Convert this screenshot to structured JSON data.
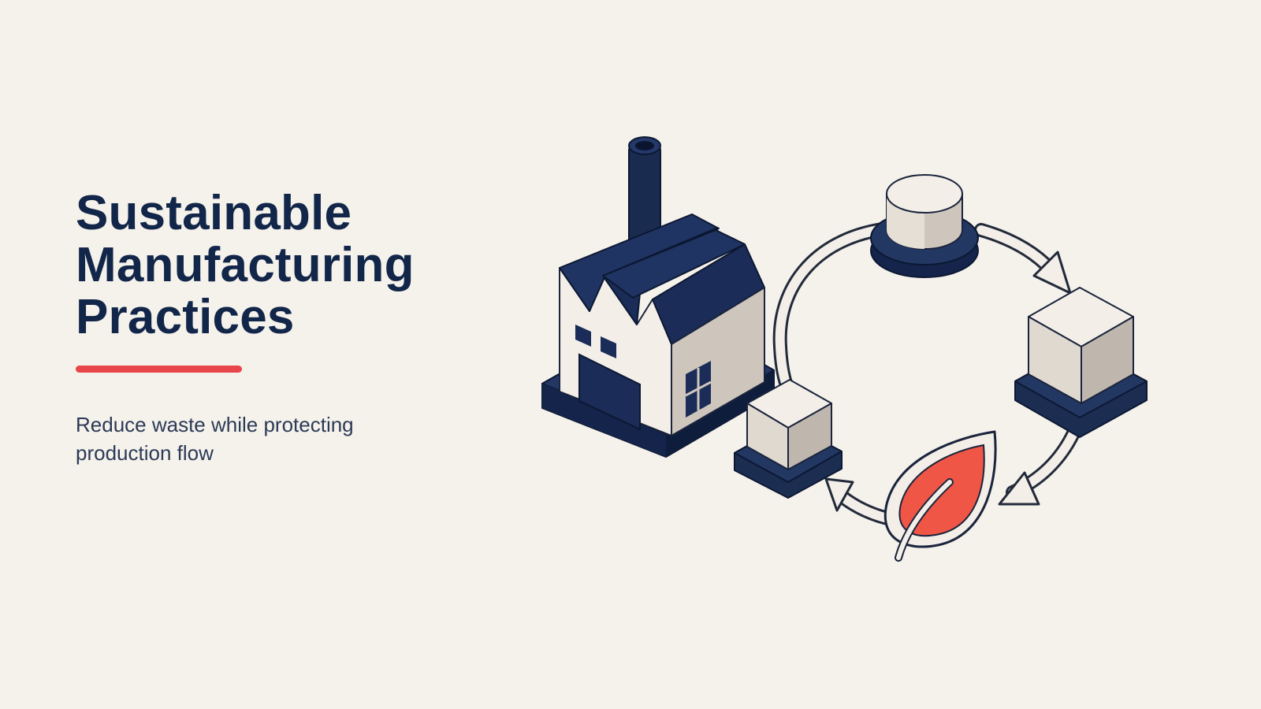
{
  "slide": {
    "title_lines": [
      "Sustainable",
      "Manufacturing",
      "Practices"
    ],
    "subtitle": "Reduce waste while protecting production flow"
  },
  "illustration": {
    "icons": [
      "factory-icon",
      "material-block-icon",
      "cylinder-icon",
      "cube-icon",
      "leaf-icon",
      "cycle-arrows-icon"
    ]
  },
  "colors": {
    "background": "#f5f1eb",
    "navy": "#12264a",
    "accent_red": "#e8464a",
    "leaf_red": "#ef5646",
    "cream": "#f3eee7",
    "stone": "#cec6bd"
  }
}
